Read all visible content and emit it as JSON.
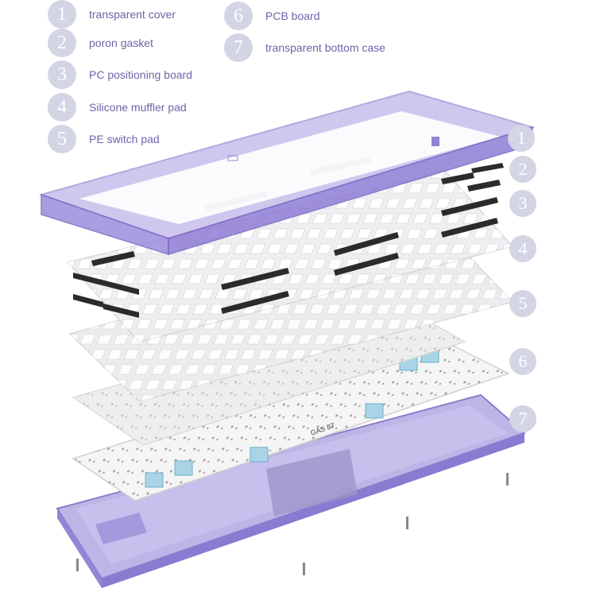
{
  "legend": [
    {
      "num": "1",
      "label": "transparent cover"
    },
    {
      "num": "2",
      "label": "poron gasket"
    },
    {
      "num": "3",
      "label": "PC positioning board"
    },
    {
      "num": "4",
      "label": "Silicone muffler pad"
    },
    {
      "num": "5",
      "label": "PE switch pad"
    },
    {
      "num": "6",
      "label": "PCB board"
    },
    {
      "num": "7",
      "label": "transparent bottom case"
    }
  ],
  "side_numbers": [
    "1",
    "2",
    "3",
    "4",
    "5",
    "6",
    "7"
  ],
  "pcb_marking": "GAS 87",
  "colors": {
    "number_badge": "#d3d4e4",
    "label_text": "#6e63a8",
    "case_purple": "#a99be0",
    "case_edge": "#7a66c4",
    "gasket": "#2b2b2b",
    "switch_blue": "#a9d4e6"
  }
}
